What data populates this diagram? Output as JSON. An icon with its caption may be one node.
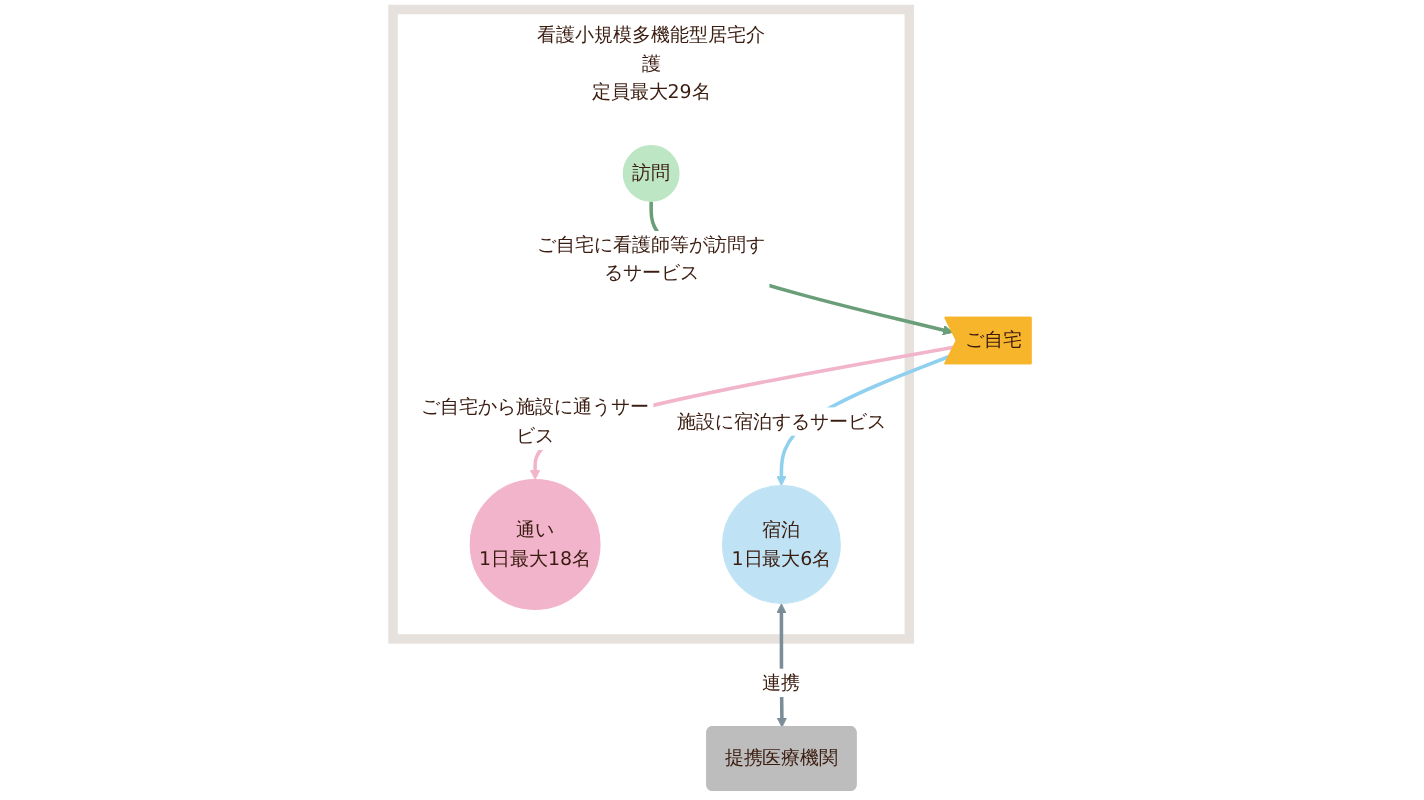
{
  "diagram": {
    "nodes": [
      {
        "text": [
          "看護小規模多機能型居宅介護",
          "定員最大29名"
        ]
      },
      {
        "text": [
          "通い",
          "1日最大18名"
        ],
        "in": 0
      },
      {
        "text": [
          "訪問"
        ],
        "in": 0
      },
      {
        "text": [
          "宿泊",
          "1日最大6名"
        ],
        "in": 0
      },
      {
        "text": [
          "ご自宅"
        ]
      },
      {
        "text": [
          "提携医療機関"
        ]
      }
    ],
    "edges": [
      {
        "from": 4,
        "to": 1,
        "arrow": "to",
        "label": "ご自宅から施設に通うサービス",
        "color": "#f2b4cb"
      },
      {
        "from": 2,
        "to": 4,
        "arrow": "to",
        "label": "ご自宅に看護師等が訪問するサービス",
        "color": "#6a9e78"
      },
      {
        "from": 4,
        "to": 3,
        "arrow": "to",
        "label": "施設に宿泊するサービス",
        "color": "#8fd0ef"
      },
      {
        "from": 3,
        "to": 5,
        "arrow": "both",
        "label": "連携",
        "color": "#7a8d99"
      }
    ]
  }
}
